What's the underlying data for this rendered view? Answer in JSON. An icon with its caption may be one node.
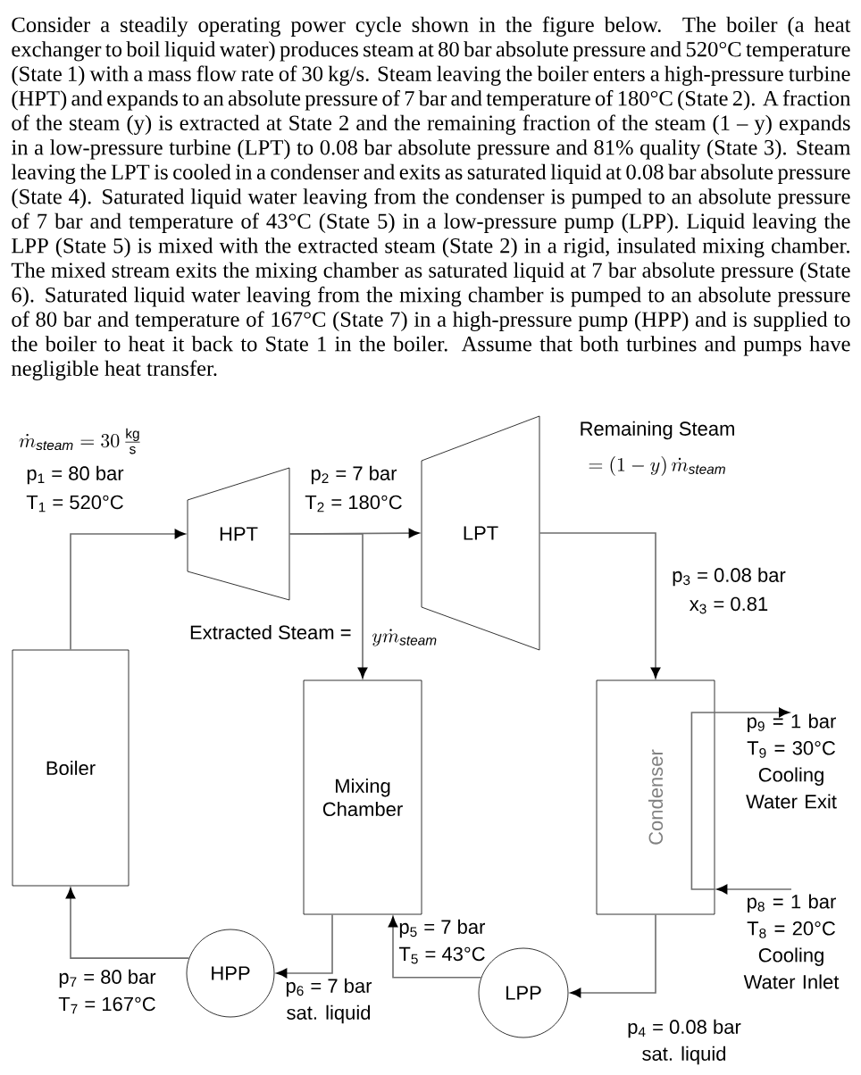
{
  "diagram": {
    "nodes": [
      {
        "text": [
          "HPT"
        ]
      },
      {
        "text": [
          "LPT"
        ]
      },
      {
        "text": [
          "Boiler"
        ]
      },
      {
        "text": [
          "Mixing Chamber"
        ]
      },
      {
        "text": [
          "Condenser"
        ]
      },
      {
        "text": [
          "HPP"
        ]
      },
      {
        "text": [
          "LPP"
        ]
      },
      {
        "text": [
          "p$_{9}$ = 1 bar",
          "T$_{9}$ = 30°C",
          "Cooling Water Exit"
        ]
      },
      {
        "text": [
          "p$_{8}$ = 1 bar",
          "T$_{8}$ = 20°C",
          "Cooling Water Inlet"
        ]
      }
    ],
    "edges": [
      {
        "from": 2,
        "to": 0,
        "arrow": "to"
      },
      {
        "from": 0,
        "to": 1,
        "arrow": "to"
      },
      {
        "from": 0,
        "to": 3,
        "arrow": "to"
      },
      {
        "from": 1,
        "to": 4,
        "arrow": "to"
      },
      {
        "from": 4,
        "to": 6,
        "arrow": "to"
      },
      {
        "from": 6,
        "to": 3,
        "arrow": "to"
      },
      {
        "from": 3,
        "to": 5,
        "arrow": "to"
      },
      {
        "from": 5,
        "to": 2,
        "arrow": "to"
      },
      {
        "from": 8,
        "to": 4,
        "arrow": "to"
      },
      {
        "from": 4,
        "to": 7,
        "arrow": "to"
      }
    ],
    "labels": [
      "Consider a steadily operating power cycle shown in the figure below. The boiler (a heat exchanger to boil liquid water) produces steam at 80 bar absolute pressure and 520°C temperature (State 1) with a mass flow rate of 30 kg/s. Steam leaving the boiler enters a high-pressure turbine (HPT) and expands to an absolute pressure of 7 bar and temperature of 180°C (State 2). A fraction of the steam (y) is extracted at State 2 and the remaining fraction of the steam (1 – y) expands in a low-pressure turbine (LPT) to 0.08 bar absolute pressure and 81% quality (State 3). Steam leaving the LPT is cooled in a condenser and exits as saturated liquid at 0.08 bar absolute pressure (State 4). Saturated liquid water leaving from the condenser is pumped to an absolute pressure of 7 bar and temperature of 43°C (State 5) in a low-pressure pump (LPP). Liquid leaving the LPP (State 5) is mixed with the extracted steam (State 2) in a rigid, insulated mixing chamber. The mixed stream exits the mixing chamber as saturated liquid at 7 bar absolute pressure (State 6). Saturated liquid water leaving from the mixing chamber is pumped to an absolute pressure of 80 bar and temperature of 167°C (State 7) in a high-pressure pump (HPP) and is supplied to the boiler to heat it back to State 1 in the boiler. Assume that both turbines and pumps have negligible heat transfer.",
      "\\dot{m}_{\\mathit{steam}} = 30\\,\\frac{\\mathrm{kg}}{\\mathrm{s}}",
      "p$_{1}$ = 80 bar",
      "T$_{1}$ = 520°C",
      "p$_{2}$ = 7 bar",
      "T$_{2}$ = 180°C",
      "Remaining Steam",
      "=\\left(1-y\\right)\\dot{m}_{\\mathit{steam}}",
      "p$_{3}$ = 0.08 bar",
      "x$_{3}$ = 0.81",
      "Extracted Steam =",
      "y\\dot{m}_{\\mathit{steam}}",
      "p$_{5}$ = 7 bar",
      "T$_{5}$ = 43°C",
      "p$_{7}$ = 80 bar",
      "T$_{7}$ = 167°C",
      "p$_{6}$ = 7 bar",
      "sat. liquid",
      "p$_{4}$ = 0.08 bar",
      "sat. liquid"
    ]
  }
}
